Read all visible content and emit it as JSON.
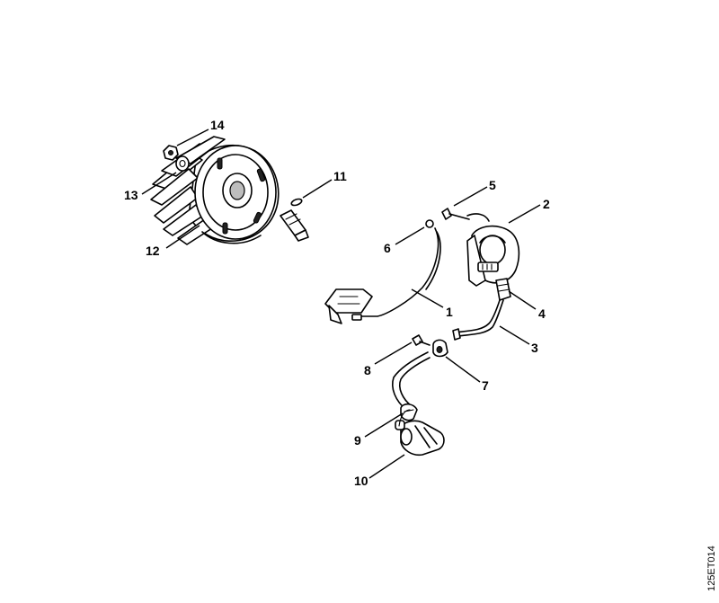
{
  "diagram": {
    "callouts": [
      "1",
      "2",
      "3",
      "4",
      "5",
      "6",
      "7",
      "8",
      "9",
      "10",
      "11",
      "12",
      "13",
      "14"
    ],
    "drawing_code": "125ET014"
  }
}
